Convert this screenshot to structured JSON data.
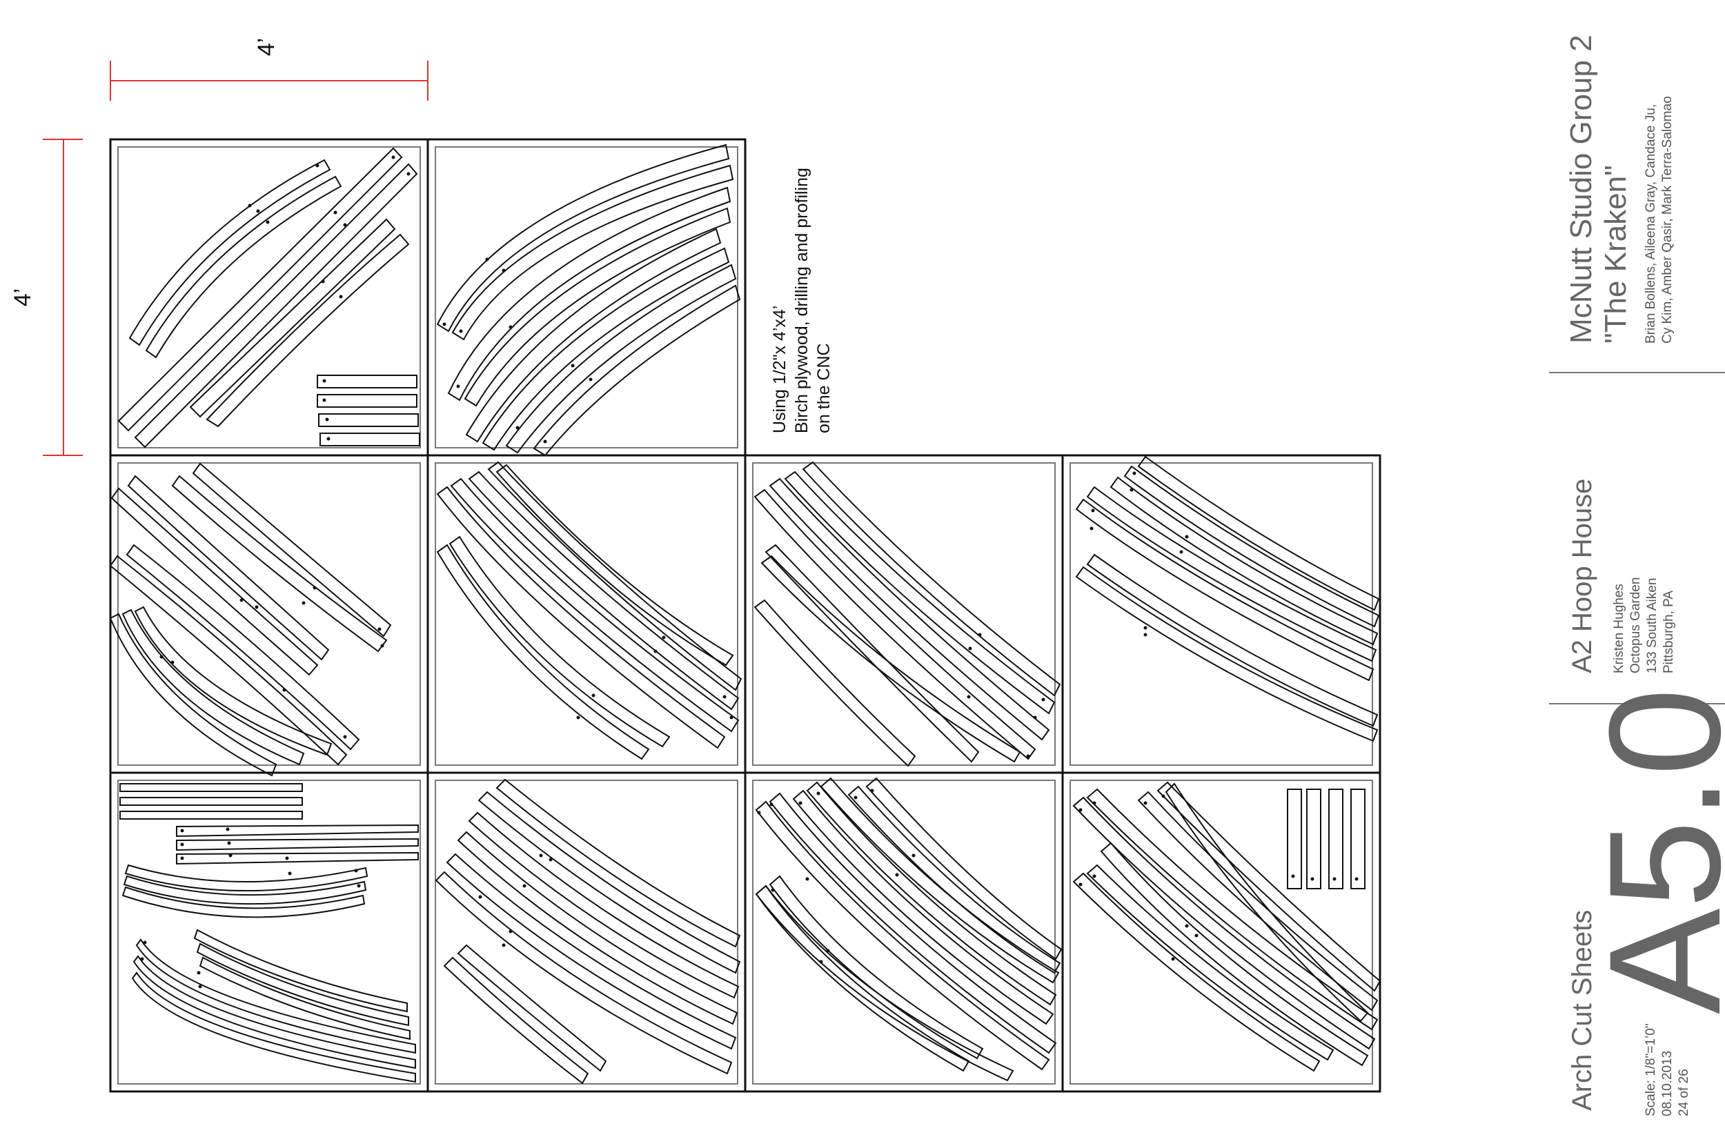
{
  "dimensions": {
    "horizontal_label": "4’",
    "vertical_label": "4’",
    "color": "#d33333"
  },
  "note": {
    "lines": [
      "Using 1/2\"x 4’x4’",
      "Birch plywood, drilling and profiling",
      "on the CNC"
    ]
  },
  "title_block": {
    "group": {
      "title": "McNutt Studio Group 2",
      "subtitle": "\"The Kraken\"",
      "members_line1": "Brian Bollens, Aileena Gray, Candace Ju,",
      "members_line2": "Cy Kim, Amber Qasir, Mark Terra-Salomao"
    },
    "project": {
      "title": "A2 Hoop House",
      "client_lines": [
        "Kristen Hughes",
        "Octopus Garden",
        "133 South Aiken",
        "Pittsburgh, PA"
      ]
    },
    "sheet": {
      "number": "A5.0",
      "title": "Arch Cut Sheets",
      "info_lines": [
        "Scale: 1/8\"=1’0\"",
        "08.10.2013",
        "24 of 26"
      ]
    },
    "text_color": "#666666"
  }
}
